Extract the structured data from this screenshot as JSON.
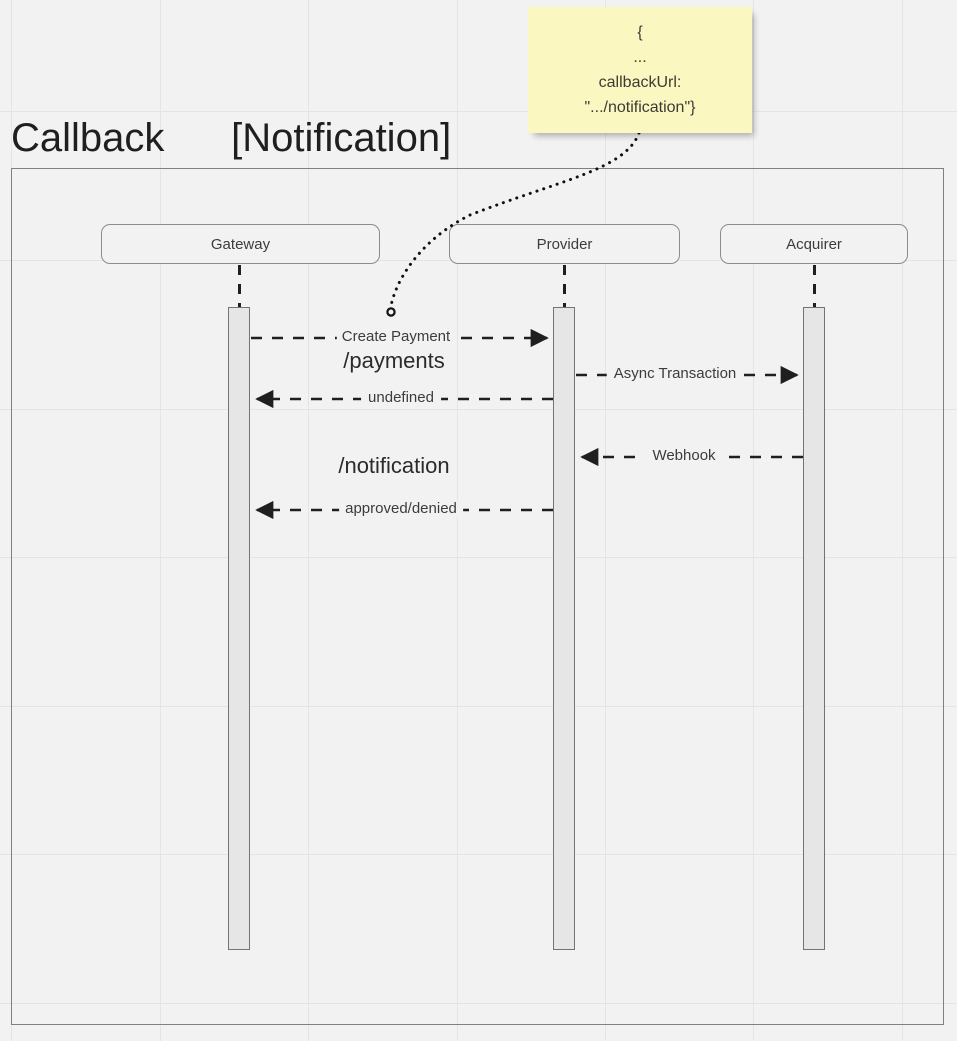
{
  "diagram": {
    "title": "Callback      [Notification]",
    "frame": {
      "label": ""
    },
    "note": {
      "name": "callback-url-note",
      "lines": [
        "{",
        "...",
        "callbackUrl:",
        "\".../notification\"}"
      ],
      "fill": "#fbf7c1"
    },
    "participants": [
      {
        "id": "gateway",
        "label": "Gateway"
      },
      {
        "id": "provider",
        "label": "Provider"
      },
      {
        "id": "acquirer",
        "label": "Acquirer"
      }
    ],
    "messages": [
      {
        "id": "create-payment",
        "label": "Create Payment",
        "from": "gateway",
        "to": "provider",
        "style": "dashed",
        "arrow": "right",
        "size": "small"
      },
      {
        "id": "payments-path",
        "label": "/payments",
        "from": "gateway",
        "to": "provider",
        "style": "none",
        "arrow": "none",
        "size": "big"
      },
      {
        "id": "undefined-return",
        "label": "undefined",
        "from": "provider",
        "to": "gateway",
        "style": "dashed",
        "arrow": "left",
        "size": "small"
      },
      {
        "id": "async-transaction",
        "label": "Async Transaction",
        "from": "provider",
        "to": "acquirer",
        "style": "dashed",
        "arrow": "right",
        "size": "small"
      },
      {
        "id": "webhook",
        "label": "Webhook",
        "from": "acquirer",
        "to": "provider",
        "style": "dashed",
        "arrow": "left",
        "size": "small"
      },
      {
        "id": "notification-path",
        "label": "/notification",
        "from": "provider",
        "to": "gateway",
        "style": "none",
        "arrow": "none",
        "size": "big"
      },
      {
        "id": "approved-denied",
        "label": "approved/denied",
        "from": "provider",
        "to": "gateway",
        "style": "dashed",
        "arrow": "left",
        "size": "small"
      }
    ],
    "colors": {
      "background": "#f2f2f2",
      "grid_line": "#e4e4e4",
      "frame_border": "#808080",
      "participant_border": "#8c8c8c",
      "activation_fill": "#e6e6e6",
      "activation_border": "#737373",
      "text": "#3c3c3c",
      "note_fill": "#fbf7c1"
    }
  }
}
